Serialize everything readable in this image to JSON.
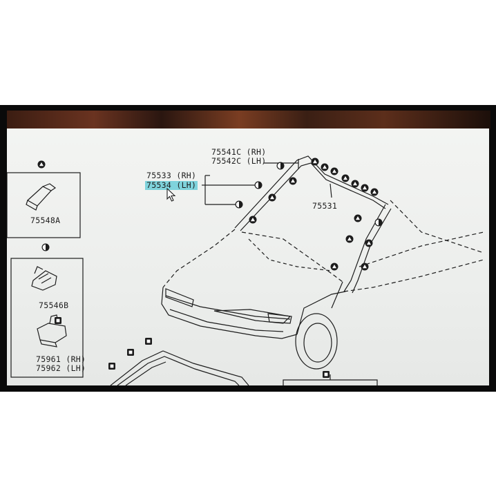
{
  "labels": {
    "p75541c": "75541C (RH)",
    "p75542c": "75542C (LH)",
    "p75533": "75533 (RH)",
    "p75534": "75534 (LH)",
    "p75531": "75531",
    "p75548a": "75548A",
    "p75546b": "75546B",
    "p75961": "75961 (RH)",
    "p75962": "75962 (LH)"
  },
  "colors": {
    "highlight": "#7fd3dc",
    "ink": "#1c1c1c",
    "paper": "#eceeec"
  },
  "icons": [
    "triangle-marker-icon",
    "half-circle-marker-icon",
    "square-marker-icon",
    "mouse-cursor-icon"
  ]
}
